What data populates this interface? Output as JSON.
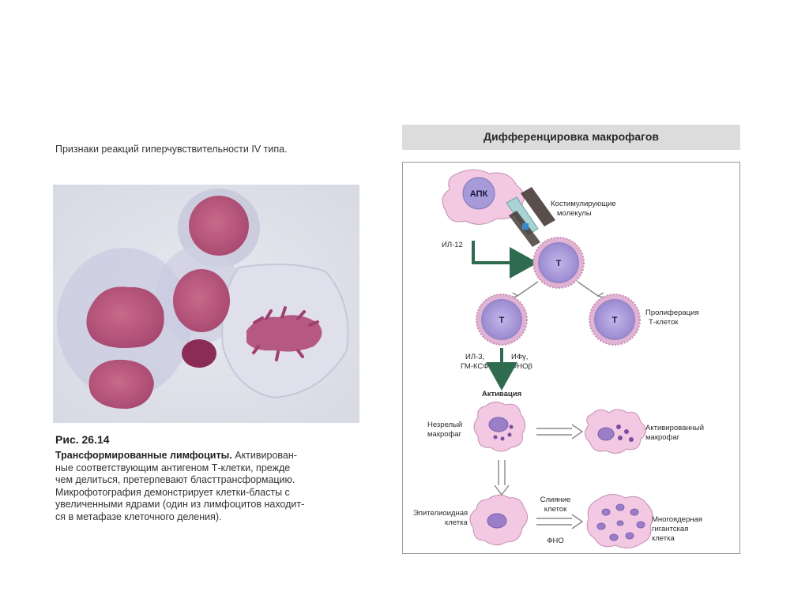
{
  "left": {
    "title": "Признаки реакций гиперчувствительности IV типа.",
    "figure_number": "Рис. 26.14",
    "caption_head": "Трансформированные лимфоциты.",
    "caption_lines": [
      " Активирован-",
      "ные соответствующим антигеном Т-клетки, прежде",
      "чем делиться, претерпевают бласттрансформацию.",
      "Микрофотография демонстрирует клетки-бласты с",
      "увеличенными ядрами (один из лимфоцитов находит-",
      "ся в метафазе клеточного деления)."
    ]
  },
  "right": {
    "title": "Дифференцировка макрофагов",
    "labels": {
      "apc": "АПК",
      "costim_1": "Костимулирующие",
      "costim_2": "молекулы",
      "il12": "ИЛ-12",
      "t_cell": "Т",
      "prolif_1": "Пролиферация",
      "prolif_2": "Т-клеток",
      "il3": "ИЛ-3,",
      "gmcsf": "ГМ-КСФ",
      "ifg": "ИФγ,",
      "tnfb": "ФНОβ",
      "activation": "Активация",
      "immature_1": "Незрелый",
      "immature_2": "макрофаг",
      "activated_1": "Активированный",
      "activated_2": "макрофаг",
      "epith_1": "Эпителиоидная",
      "epith_2": "клетка",
      "fusion_1": "Слияние",
      "fusion_2": "клеток",
      "tnf": "ФНО",
      "giant_1": "Многоядерная",
      "giant_2": "гигантская",
      "giant_3": "клетка"
    }
  },
  "colors": {
    "cell_pink": "#f2c8e2",
    "t_cell_body": "#b8a8e0",
    "t_cell_rim": "#d8b0d8",
    "arrow_green": "#2e6b4f",
    "nucleus": "#9a7fc8"
  }
}
